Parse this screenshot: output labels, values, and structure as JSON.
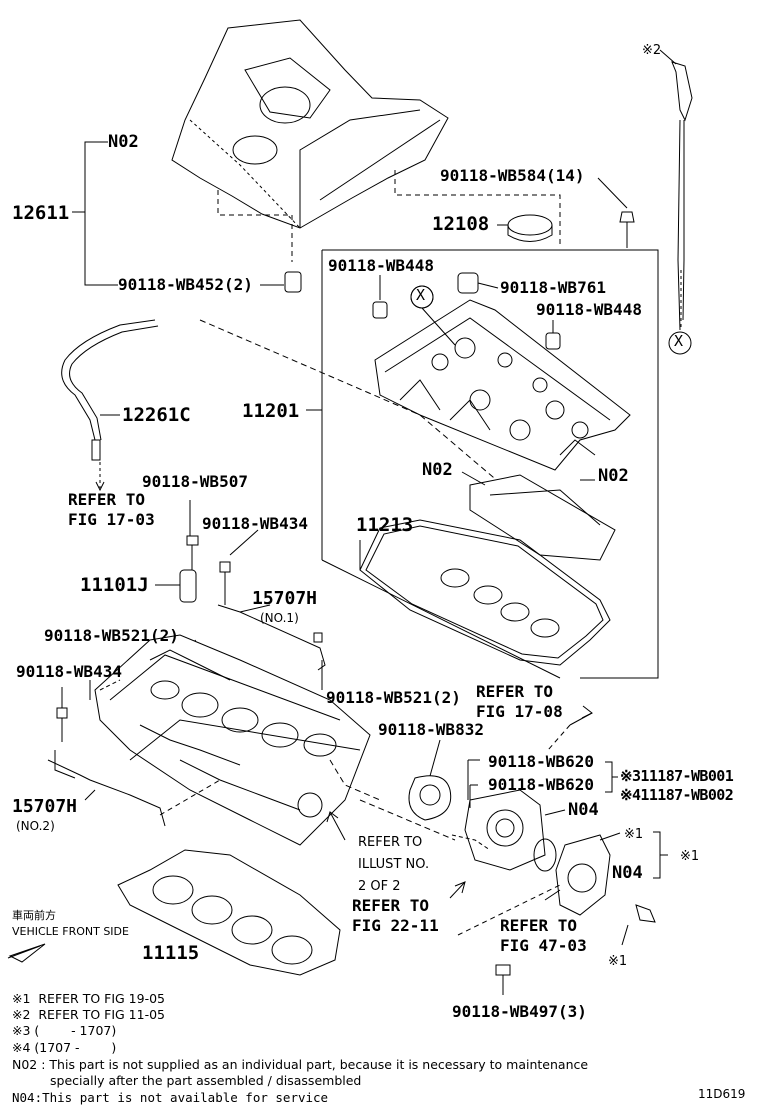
{
  "callouts": {
    "n02_top": "N02",
    "p12611": "12611",
    "p90118_wb452": "90118-WB452(2)",
    "star2_top": "※2",
    "p90118_wb584": "90118-WB584(14)",
    "p12108": "12108",
    "p90118_wb448_a": "90118-WB448",
    "p90118_wb761": "90118-WB761",
    "p90118_wb448_b": "90118-WB448",
    "p12261c": "12261C",
    "p11201": "11201",
    "n02_mid_left": "N02",
    "n02_mid_right": "N02",
    "p90118_wb507": "90118-WB507",
    "p90118_wb434_a": "90118-WB434",
    "p11213": "11213",
    "p11101j": "11101J",
    "p15707h_a": "15707H",
    "p15707h_a_sub": "(NO.1)",
    "p90118_wb521_a": "90118-WB521(2)",
    "p90118_wb434_b": "90118-WB434",
    "p90118_wb521_b": "90118-WB521(2)",
    "p90118_wb832": "90118-WB832",
    "p90118_wb620_a": "90118-WB620",
    "p90118_wb620_b": "90118-WB620",
    "p11187_wb001": "※311187-WB001",
    "p11187_wb002": "※411187-WB002",
    "n04_a": "N04",
    "star1_a": "※1",
    "star1_b": "※1",
    "n04_b": "N04",
    "star1_c": "※1",
    "p15707h_b": "15707H",
    "p15707h_b_sub": "(NO.2)",
    "p11115": "11115",
    "p90118_wb497": "90118-WB497(3)",
    "x_mark": "X"
  },
  "refs": {
    "fig_17_03": "REFER TO\nFIG 17-03",
    "fig_17_08": "REFER TO\nFIG 17-08",
    "illust_no": "REFER TO\nILLUST NO.\n2 OF 2",
    "fig_22_11": "REFER TO\nFIG 22-11",
    "fig_47_03": "REFER TO\nFIG 47-03"
  },
  "orientation": {
    "jp": "車両前方",
    "en": "VEHICLE FRONT SIDE"
  },
  "notes": {
    "n1": "※1  REFER TO FIG 19-05",
    "n2": "※2  REFER TO FIG 11-05",
    "n3": "※3 (        - 1707)",
    "n4": "※4 (1707 -        )",
    "n02": "N02 : This part is not supplied as an individual part, because it is necessary to maintenance",
    "n02_cont": "specially after the part assembled / disassembled",
    "n04": "N04:This part is not available for service"
  },
  "figure_id": "11D619"
}
